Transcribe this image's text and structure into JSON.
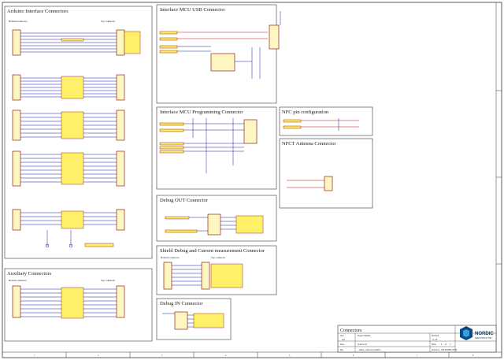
{
  "sheet": {
    "ruler_numbers": [
      "1",
      "2",
      "3",
      "4",
      "5",
      "6",
      "7",
      "8"
    ]
  },
  "blocks": {
    "arduino": {
      "title": "Arduino Interface Connectors",
      "sub_left": "Bottom Connector",
      "sub_right": "Top connector"
    },
    "aux": {
      "title": "Auxiliary Connectors",
      "sub_left": "Bottom connector",
      "sub_right": "Top connector"
    },
    "usb": {
      "title": "Interface MCU USB Connector"
    },
    "prog": {
      "title": "Interface MCU Programming Connector"
    },
    "nfc": {
      "title": "NFC pin configuration"
    },
    "nfct": {
      "title": "NFCT Antenna Connector"
    },
    "dbgout": {
      "title": "Debug OUT Connector"
    },
    "shield": {
      "title": "Shield Debug and Current measurement Connector",
      "sub_left": "Bottom Connector",
      "sub_right": "Top connector"
    },
    "dbgin": {
      "title": "Debug IN Connector"
    }
  },
  "title_block": {
    "title": "Connectors",
    "project_label": "Project Number",
    "revision_label": "Revision",
    "revision": "2.1.0",
    "size": "A3",
    "date_label": "Date",
    "date": "2016-10-10",
    "file_label": "File",
    "file": "...shield_connectors.SchDoc",
    "sheet_label": "Sheet",
    "sheet": "4",
    "of": "of",
    "total": "5",
    "drawn_label": "Drawn by",
    "drawn": "SJP-NUMB-1077K",
    "logo_text": "NORDIC",
    "logo_sub": "SEMICONDUCTOR"
  }
}
